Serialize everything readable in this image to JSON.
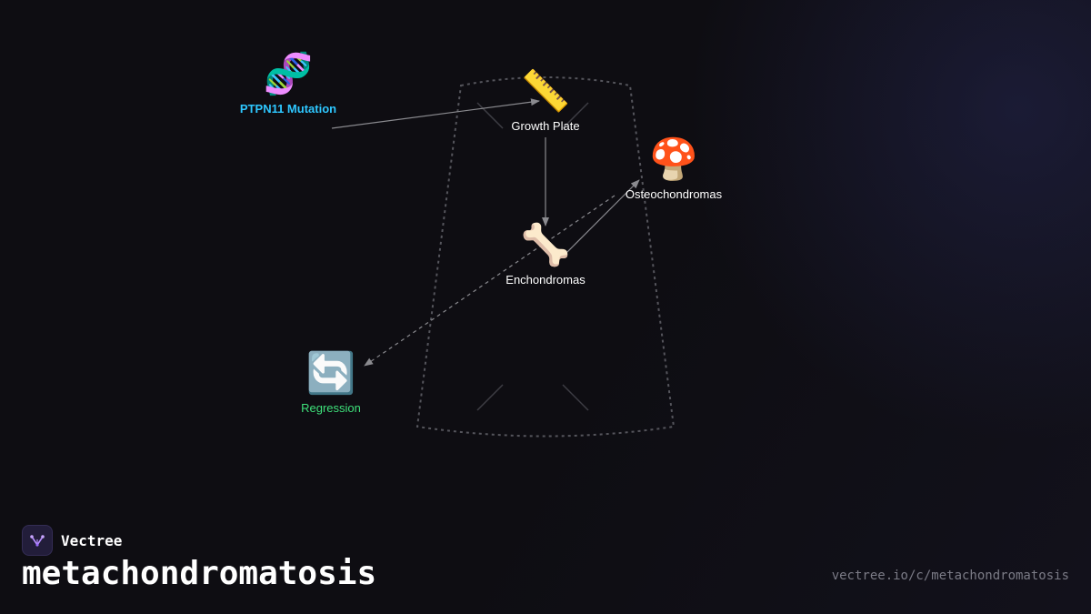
{
  "nodes": [
    {
      "id": "ptpn11",
      "emoji": "🧬",
      "label": "PTPN11 Mutation",
      "color": "#2ec7ff"
    },
    {
      "id": "growth_plate",
      "emoji": "📏",
      "label": "Growth Plate",
      "color": "#ffffff"
    },
    {
      "id": "osteochondromas",
      "emoji": "🍄",
      "label": "Osteochondromas",
      "color": "#ffffff"
    },
    {
      "id": "enchondromas",
      "emoji": "🦴",
      "label": "Enchondromas",
      "color": "#ffffff"
    },
    {
      "id": "regression",
      "emoji": "🔄",
      "label": "Regression",
      "color": "#3ee07a"
    }
  ],
  "edges": [
    {
      "from": "ptpn11",
      "to": "growth_plate",
      "style": "solid"
    },
    {
      "from": "growth_plate",
      "to": "enchondromas",
      "style": "solid"
    },
    {
      "from": "enchondromas",
      "to": "osteochondromas",
      "style": "solid"
    },
    {
      "from": "osteochondromas",
      "to": "regression",
      "style": "dashed"
    }
  ],
  "colors": {
    "background": "#0e0d12",
    "edge": "#8a8a8f",
    "outline": "#55555c"
  },
  "brand": {
    "name": "Vectree",
    "logo_icon": "vectree-logo-icon"
  },
  "title": "metachondromatosis",
  "url": "vectree.io/c/metachondromatosis"
}
